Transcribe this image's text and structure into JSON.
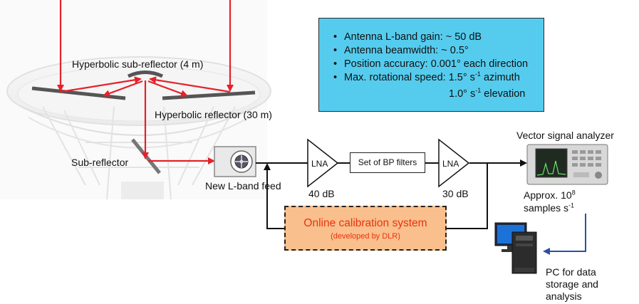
{
  "labels": {
    "sub_reflector_4m": "Hyperbolic sub-reflector (4 m)",
    "reflector_30m": "Hyperbolic reflector (30 m)",
    "sub_reflector": "Sub-reflector",
    "feed": "New L-band feed",
    "lna": "LNA",
    "lna1_gain": "40 dB",
    "lna2_gain": "30 dB",
    "bp_filters": "Set of BP filters",
    "vsa": "Vector signal analyzer",
    "samples_prefix": "Approx. 10",
    "samples_exp": "8",
    "samples_unit": "samples s",
    "samples_unit_exp": "-1",
    "pc_line1": "PC  for data",
    "pc_line2": "storage and",
    "pc_line3": "analysis"
  },
  "specs": {
    "gain": "Antenna L-band gain: ~ 50 dB",
    "beamwidth": "Antenna beamwidth: ~ 0.5°",
    "accuracy": "Position accuracy: 0.001° each direction",
    "speed_prefix": "Max. rotational speed: 1.5° s",
    "speed_exp": "-1",
    "speed_suffix": " azimuth",
    "elevation_prefix": "1.0° s",
    "elevation_exp": "-1",
    "elevation_suffix": " elevation"
  },
  "calibration": {
    "title": "Online calibration system",
    "subtitle": "(developed by DLR)"
  },
  "colors": {
    "beam": "#e5212a",
    "spec_box": "#55ccee",
    "cal_box": "#f9bf8c",
    "cal_text": "#e8340f",
    "pc_link": "#2c4ea8"
  }
}
